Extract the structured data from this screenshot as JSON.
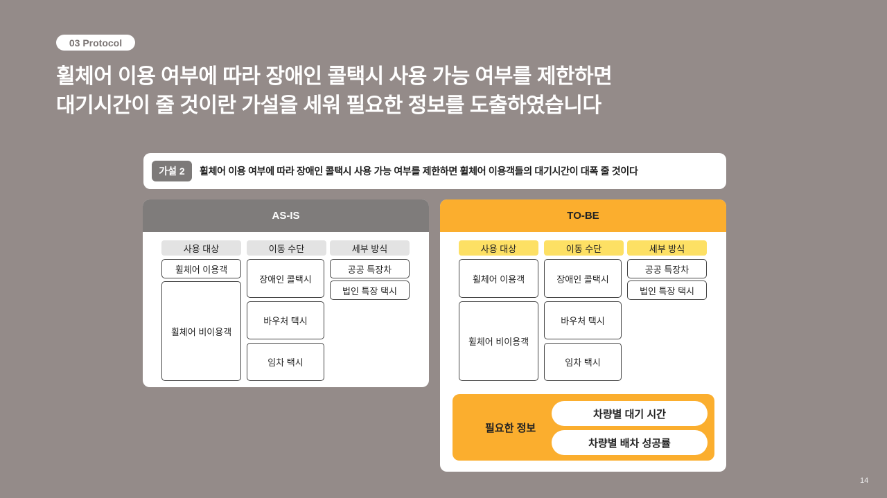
{
  "section_pill": "03 Protocol",
  "headline": {
    "line1": "휠체어 이용 여부에 따라 장애인 콜택시 사용 가능 여부를 제한하면",
    "line2": "대기시간이 줄 것이란 가설을 세워 필요한 정보를 도출하였습니다"
  },
  "hypothesis": {
    "tag": "가설 2",
    "text": "휠체어 이용 여부에 따라 장애인 콜택시 사용 가능 여부를 제한하면 휠체어 이용객들의 대기시간이 대폭 줄 것이다"
  },
  "asis": {
    "title": "AS-IS",
    "columns": [
      "사용 대상",
      "이동 수단",
      "세부 방식"
    ],
    "targets": [
      "휠체어 이용객",
      "휠체어 비이용객"
    ],
    "means": [
      "장애인 콜택시",
      "바우처 택시",
      "임차 택시"
    ],
    "methods": [
      "공공 특장차",
      "법인 특장 택시"
    ]
  },
  "tobe": {
    "title": "TO-BE",
    "columns": [
      "사용 대상",
      "이동 수단",
      "세부 방식"
    ],
    "targets": [
      "휠체어 이용객",
      "휠체어 비이용객"
    ],
    "means": [
      "장애인 콜택시",
      "바우처 택시",
      "임차 택시"
    ],
    "methods": [
      "공공 특장차",
      "법인 특장 택시"
    ],
    "needed_label": "필요한 정보",
    "needed_items": [
      "차량별 대기 시간",
      "차량별 배차 성공률"
    ]
  },
  "page_number": "14",
  "colors": {
    "background": "#948b89",
    "asis_header": "#7f7c7b",
    "tobe_header": "#fbae2e",
    "tobe_column_head": "#fde064"
  }
}
